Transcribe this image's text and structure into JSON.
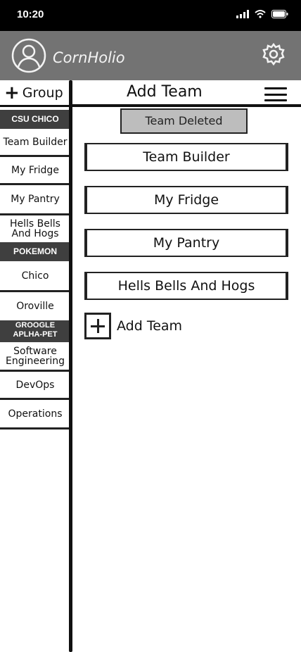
{
  "status_bar": {
    "time": "10:20"
  },
  "header": {
    "app_title": "CornHolio",
    "avatar_icon": "user-circle-icon",
    "settings_icon": "gear-icon"
  },
  "sidebar": {
    "add_group_label": "Group",
    "groups": [
      {
        "name": "CSU CHICO",
        "items": [
          "Team Builder",
          "My Fridge",
          "My Pantry",
          "Hells Bells And Hogs"
        ]
      },
      {
        "name": "POKEMON",
        "items": [
          "Chico",
          "Oroville"
        ]
      },
      {
        "name": "GROOGLE APLHA-PET",
        "items": [
          "Software Engineering",
          "DevOps",
          "Operations"
        ]
      }
    ]
  },
  "main": {
    "title": "Add Team",
    "menu_icon": "hamburger-menu-icon",
    "toast": "Team Deleted",
    "teams": [
      "Team Builder",
      "My Fridge",
      "My Pantry",
      "Hells Bells And Hogs"
    ],
    "add_team_label": "Add Team"
  },
  "colors": {
    "header_bg": "#737373",
    "group_header_bg": "#3f3f3f",
    "toast_bg": "#bdbdbd"
  }
}
